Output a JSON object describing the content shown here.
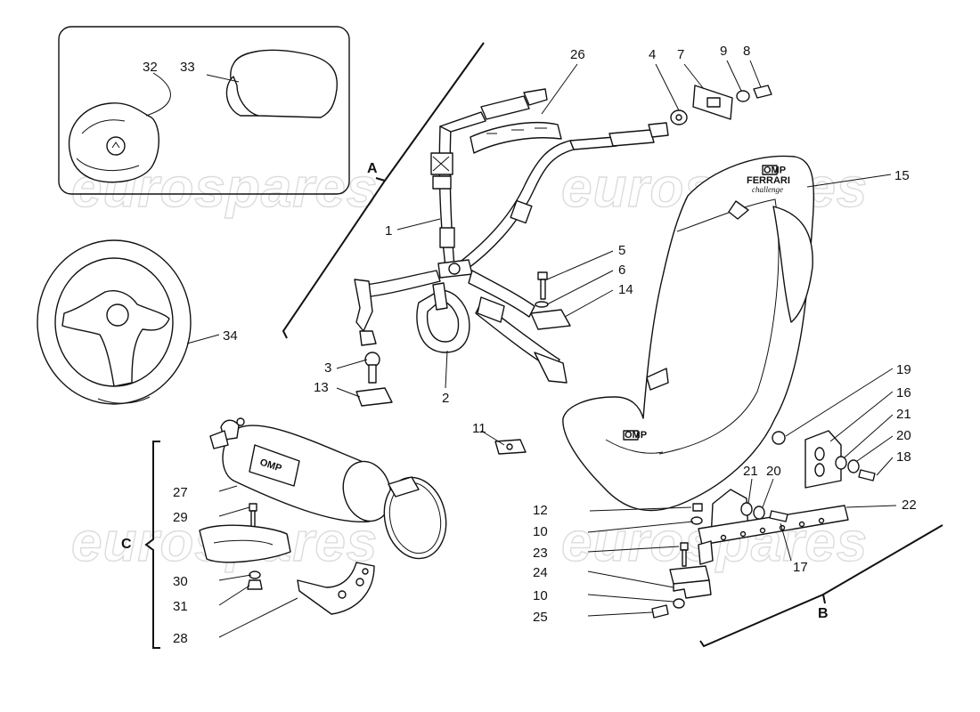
{
  "watermark": "eurospares",
  "groups": {
    "a": "A",
    "b": "B",
    "c": "C"
  },
  "branding": {
    "extinguisher": "OMP",
    "seat_logo": "OMP",
    "seat_maker": "FERRARI",
    "seat_model": "challenge"
  },
  "callouts": [
    {
      "id": "c32",
      "text": "32"
    },
    {
      "id": "c33",
      "text": "33"
    },
    {
      "id": "c34",
      "text": "34"
    },
    {
      "id": "c26",
      "text": "26"
    },
    {
      "id": "c4",
      "text": "4"
    },
    {
      "id": "c7",
      "text": "7"
    },
    {
      "id": "c9",
      "text": "9"
    },
    {
      "id": "c8",
      "text": "8"
    },
    {
      "id": "c15",
      "text": "15"
    },
    {
      "id": "c1",
      "text": "1"
    },
    {
      "id": "c5",
      "text": "5"
    },
    {
      "id": "c6",
      "text": "6"
    },
    {
      "id": "c14",
      "text": "14"
    },
    {
      "id": "c3",
      "text": "3"
    },
    {
      "id": "c13",
      "text": "13"
    },
    {
      "id": "c2",
      "text": "2"
    },
    {
      "id": "c11",
      "text": "11"
    },
    {
      "id": "c19",
      "text": "19"
    },
    {
      "id": "c16",
      "text": "16"
    },
    {
      "id": "c21a",
      "text": "21"
    },
    {
      "id": "c20a",
      "text": "20"
    },
    {
      "id": "c18",
      "text": "18"
    },
    {
      "id": "c21b",
      "text": "21"
    },
    {
      "id": "c20b",
      "text": "20"
    },
    {
      "id": "c22",
      "text": "22"
    },
    {
      "id": "c12",
      "text": "12"
    },
    {
      "id": "c10a",
      "text": "10"
    },
    {
      "id": "c23",
      "text": "23"
    },
    {
      "id": "c17",
      "text": "17"
    },
    {
      "id": "c24",
      "text": "24"
    },
    {
      "id": "c10b",
      "text": "10"
    },
    {
      "id": "c25",
      "text": "25"
    },
    {
      "id": "c27",
      "text": "27"
    },
    {
      "id": "c29",
      "text": "29"
    },
    {
      "id": "c30",
      "text": "30"
    },
    {
      "id": "c31",
      "text": "31"
    },
    {
      "id": "c28",
      "text": "28"
    }
  ]
}
